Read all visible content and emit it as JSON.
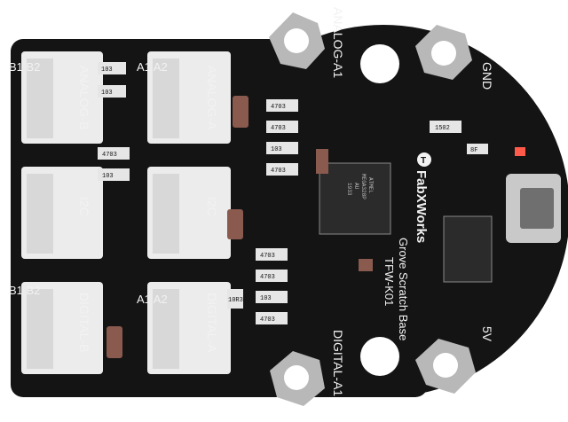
{
  "board": {
    "brand": "FabXWorks",
    "brand_prefix": "T",
    "product": "Grove Scratch Base",
    "model": "TFW-K01"
  },
  "connectors": [
    {
      "id": "analog-b",
      "label": "ANALOG-B",
      "pins": "B1 B2"
    },
    {
      "id": "analog-a",
      "label": "ANALOG-A",
      "pins": "A1 A2"
    },
    {
      "id": "i2c-left",
      "label": "I2C"
    },
    {
      "id": "i2c-right",
      "label": "I2C"
    },
    {
      "id": "digital-b",
      "label": "DIGITAL-B",
      "pins": "B1 B2"
    },
    {
      "id": "digital-a",
      "label": "DIGITAL-A",
      "pins": "A1 A2"
    }
  ],
  "pads": {
    "top_left": "ANALOG-A1",
    "bottom_left": "DIGITAL-A1",
    "top_right": "GND",
    "bottom_right": "5V"
  },
  "resistor_codes": [
    "4703",
    "1502",
    "8F",
    "103",
    "10R3"
  ],
  "chip": {
    "lines": [
      "ATMEL",
      "MEGA328P",
      "AU",
      "1933"
    ]
  },
  "colors": {
    "pcb": "#141414",
    "silkscreen": "#f2f2f2",
    "connector": "#ececec",
    "pad": "#b8b8b8"
  }
}
